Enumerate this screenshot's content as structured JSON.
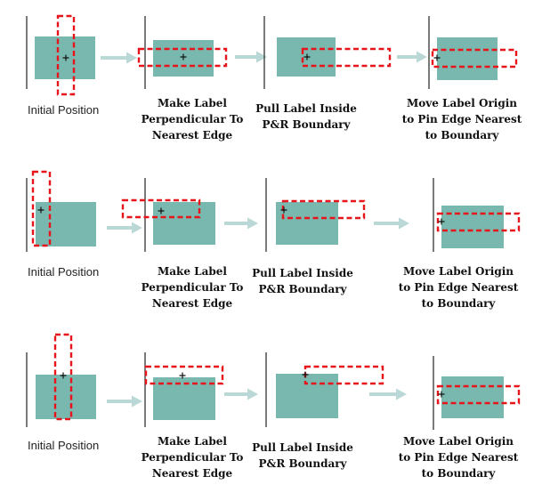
{
  "rows": [
    {
      "captions": [
        [
          "Initial Position"
        ],
        [
          "Make Label",
          "Perpendicular To",
          "Nearest Edge"
        ],
        [
          "Pull Label Inside",
          "P&R Boundary"
        ],
        [
          "Move Label Origin",
          "to Pin Edge Nearest",
          "to Boundary"
        ]
      ]
    },
    {
      "captions": [
        [
          "Initial Position"
        ],
        [
          "Make Label",
          "Perpendicular To",
          "Nearest Edge"
        ],
        [
          "Pull Label Inside",
          "P&R Boundary"
        ],
        [
          "Move Label Origin",
          "to Pin Edge Nearest",
          "to Boundary"
        ]
      ]
    },
    {
      "captions": [
        [
          "Initial Position"
        ],
        [
          "Make Label",
          "Perpendicular To",
          "Nearest Edge"
        ],
        [
          "Pull Label Inside",
          "P&R Boundary"
        ],
        [
          "Move Label Origin",
          "to Pin Edge Nearest",
          "to Boundary"
        ]
      ]
    }
  ],
  "colors": {
    "pin_fill": "#79b8ae",
    "label_outline": "#e8141b",
    "arrow": "#b9d8d6",
    "boundary": "#333333"
  }
}
